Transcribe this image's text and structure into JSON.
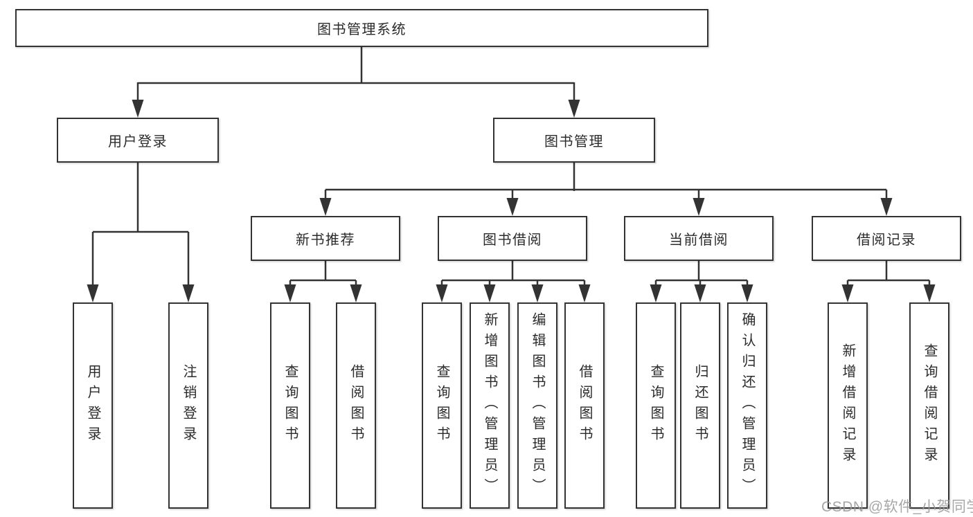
{
  "tree": {
    "root_label": "图书管理系统",
    "user_login": {
      "label": "用户登录",
      "children": [
        "用户登录",
        "注销登录"
      ]
    },
    "book_management": {
      "label": "图书管理",
      "new_book_recommend": {
        "label": "新书推荐",
        "children": [
          "查询图书",
          "借阅图书"
        ]
      },
      "book_borrowing": {
        "label": "图书借阅",
        "children": [
          "查询图书",
          "新增图书（管理员）",
          "编辑图书（管理员）",
          "借阅图书"
        ]
      },
      "current_borrowing": {
        "label": "当前借阅",
        "children": [
          "查询图书",
          "归还图书",
          "确认归还（管理员）"
        ]
      },
      "borrowing_records": {
        "label": "借阅记录",
        "children": [
          "新增借阅记录",
          "查询借阅记录"
        ]
      }
    }
  },
  "watermark": "CSDN @软件_小贺同学",
  "colors": {
    "line": "#333333",
    "text": "#2b2b2b",
    "watermark": "#989898",
    "background": "#ffffff"
  }
}
